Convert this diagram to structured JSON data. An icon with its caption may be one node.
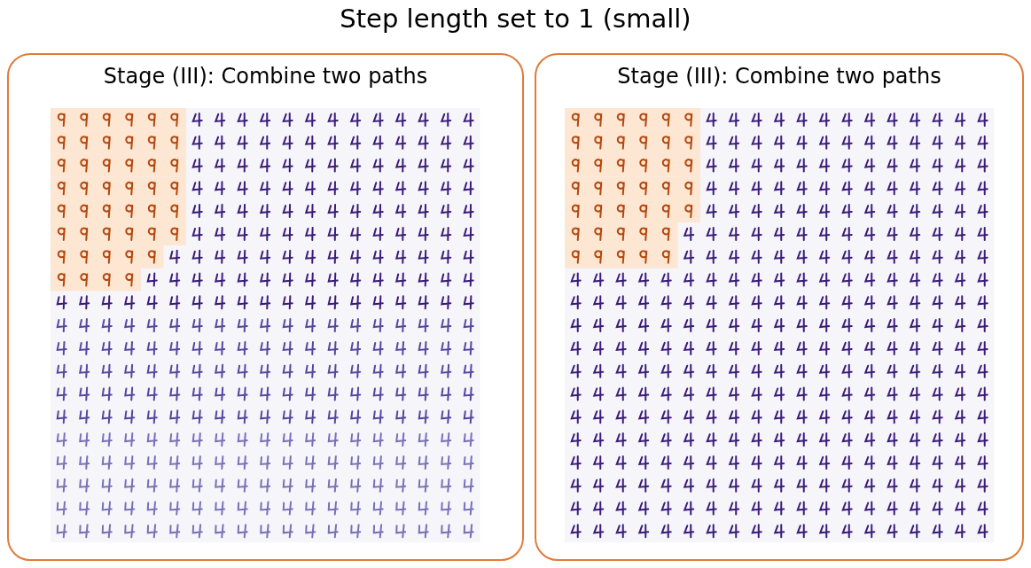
{
  "diagram": {
    "title": "Step length set to 1 (small)",
    "nodes": [
      {
        "text": [
          "Stage (III): Combine two paths"
        ]
      },
      {
        "text": [
          "Stage (III): Combine two paths"
        ]
      }
    ]
  }
}
